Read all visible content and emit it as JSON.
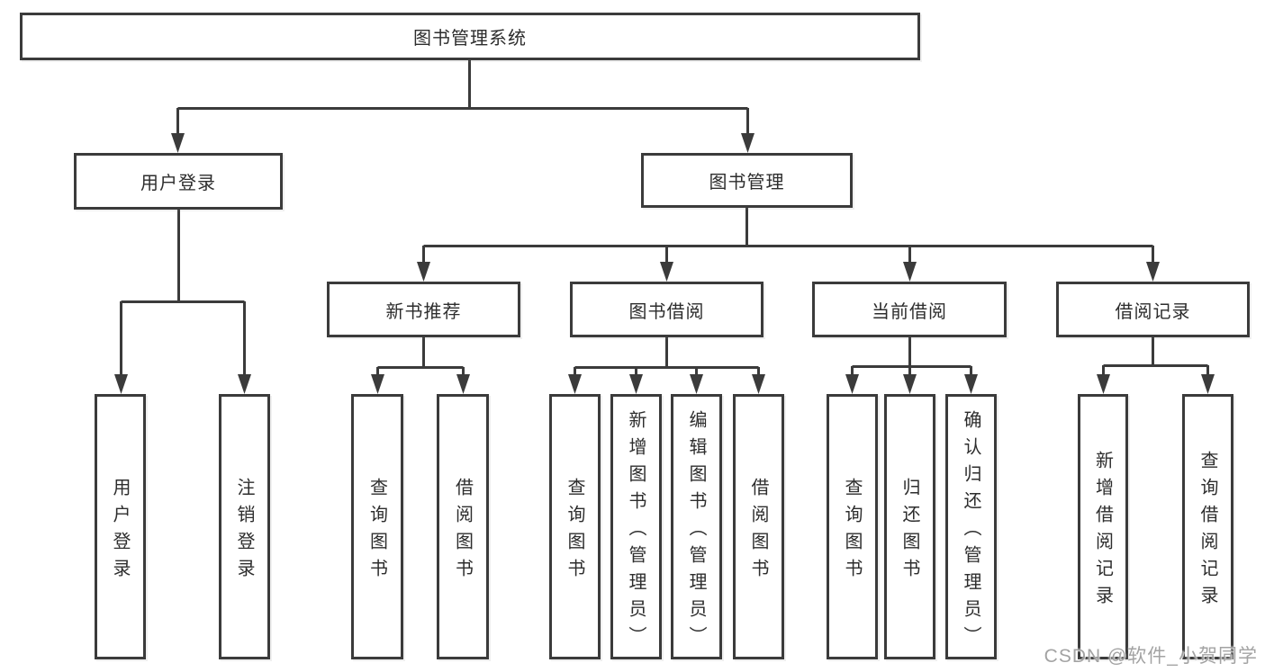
{
  "diagram": {
    "root": {
      "label": "图书管理系统"
    },
    "level2": [
      {
        "label": "用户登录"
      },
      {
        "label": "图书管理"
      }
    ],
    "login_children": [
      {
        "label": "用户登录"
      },
      {
        "label": "注销登录"
      }
    ],
    "level3": [
      {
        "label": "新书推荐"
      },
      {
        "label": "图书借阅"
      },
      {
        "label": "当前借阅"
      },
      {
        "label": "借阅记录"
      }
    ],
    "l3_children": {
      "recommend": [
        {
          "label": "查询图书"
        },
        {
          "label": "借阅图书"
        }
      ],
      "borrow": [
        {
          "label": "查询图书"
        },
        {
          "label": "新增图书（管理员）"
        },
        {
          "label": "编辑图书（管理员）"
        },
        {
          "label": "借阅图书"
        }
      ],
      "current": [
        {
          "label": "查询图书"
        },
        {
          "label": "归还图书"
        },
        {
          "label": "确认归还（管理员）"
        }
      ],
      "records": [
        {
          "label": "新增借阅记录"
        },
        {
          "label": "查询借阅记录"
        }
      ]
    },
    "watermark": {
      "text": "CSDN @软件_小贺同学"
    },
    "colors": {
      "line": "#3b3b3b",
      "border": "#3b3b3b",
      "text": "#2d2d2d",
      "watermark": "#969696",
      "background": "#ffffff"
    }
  }
}
